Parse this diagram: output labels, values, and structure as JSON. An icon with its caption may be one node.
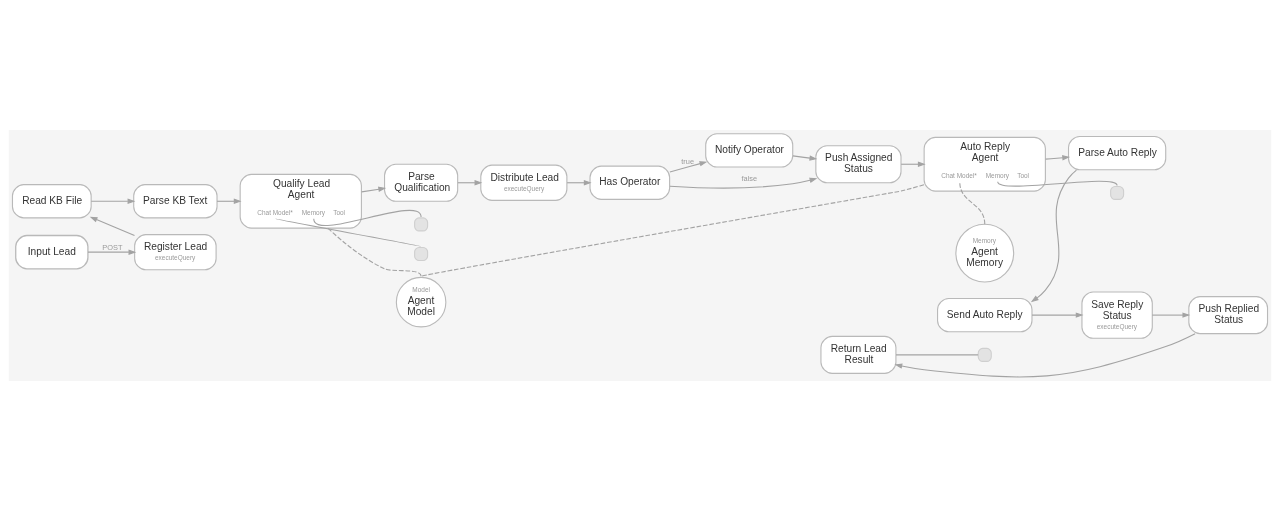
{
  "diagram": {
    "nodes": [
      {
        "text": [
          "Read KB File"
        ]
      },
      {
        "text": [
          "Parse KB Text"
        ]
      },
      {
        "text": [
          "Input Lead"
        ]
      },
      {
        "text": [
          "Register Lead",
          "executeQuery"
        ]
      },
      {
        "text": [
          "Qualify Lead Agent",
          "Chat Model*",
          "Memory",
          "Tool"
        ]
      },
      {
        "text": [],
        "shape": "box"
      },
      {
        "text": [],
        "shape": "box"
      },
      {
        "text": [
          "Parse Qualification"
        ]
      },
      {
        "text": [
          "Distribute Lead",
          "executeQuery"
        ]
      },
      {
        "text": [
          "Has Operator"
        ]
      },
      {
        "text": [
          "Notify Operator"
        ]
      },
      {
        "text": [
          "Push Assigned Status"
        ]
      },
      {
        "text": [
          "Auto Reply Agent",
          "Chat Model*",
          "Memory",
          "Tool"
        ]
      },
      {
        "text": [],
        "shape": "box"
      },
      {
        "text": [
          "Memory",
          "Agent Memory"
        ]
      },
      {
        "text": [
          "Parse Auto Reply"
        ]
      },
      {
        "text": [
          "Model",
          "Agent Model"
        ]
      },
      {
        "text": [
          "Return Lead Result"
        ]
      },
      {
        "text": [],
        "shape": "box"
      },
      {
        "text": [
          "Send Auto Reply"
        ]
      },
      {
        "text": [
          "Save Reply Status",
          "executeQuery"
        ]
      },
      {
        "text": [
          "Push Replied Status"
        ]
      }
    ],
    "edges": [
      {
        "from": 0,
        "to": 1,
        "arrow": "to"
      },
      {
        "from": 1,
        "to": 4,
        "arrow": "to"
      },
      {
        "from": 2,
        "to": 3,
        "arrow": "to",
        "label": "POST"
      },
      {
        "from": 3,
        "to": 0,
        "arrow": "to"
      },
      {
        "from": 4,
        "to": 7,
        "arrow": "to"
      },
      {
        "from": 7,
        "to": 8,
        "arrow": "to"
      },
      {
        "from": 8,
        "to": 9,
        "arrow": "to"
      },
      {
        "from": 9,
        "to": 10,
        "arrow": "to",
        "label": "true"
      },
      {
        "from": 9,
        "to": 11,
        "arrow": "to",
        "label": "false"
      },
      {
        "from": 10,
        "to": 11,
        "arrow": "to"
      },
      {
        "from": 11,
        "to": 12,
        "arrow": "to"
      },
      {
        "from": 12,
        "to": 15,
        "arrow": "to"
      },
      {
        "from": 15,
        "to": 19,
        "arrow": "to"
      },
      {
        "from": 19,
        "to": 20,
        "arrow": "to"
      },
      {
        "from": 20,
        "to": 21,
        "arrow": "to"
      },
      {
        "from": 21,
        "to": 17,
        "arrow": "to"
      },
      {
        "from": 17,
        "to": 18,
        "arrow": "none"
      },
      {
        "from": 4,
        "to": 5,
        "arrow": "none"
      },
      {
        "from": 4,
        "to": 6,
        "arrow": "none"
      },
      {
        "from": 12,
        "to": 13,
        "arrow": "none"
      },
      {
        "from": 12,
        "to": 14,
        "arrow": "none",
        "style": "dashed"
      },
      {
        "from": 4,
        "to": 16,
        "arrow": "none",
        "style": "dashed"
      },
      {
        "from": 12,
        "to": 16,
        "arrow": "none",
        "style": "dashed"
      }
    ]
  }
}
